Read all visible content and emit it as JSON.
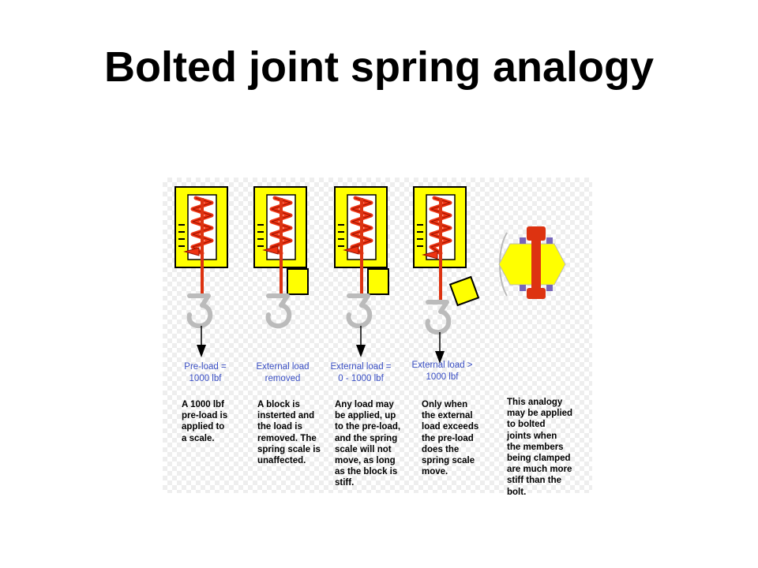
{
  "slide": {
    "title": "Bolted joint spring analogy"
  },
  "panels": [
    {
      "caption": "Pre-load =\n1000 lbf",
      "description": "A 1000 lbf\npre-load is\napplied to\na scale."
    },
    {
      "caption": "External load\nremoved",
      "description": "A block is\ninsterted and\nthe load is\nremoved. The\nspring scale is\nunaffected."
    },
    {
      "caption": "External load =\n0 - 1000 lbf",
      "description": "Any load may\nbe applied, up\nto the pre-load,\nand the spring\nscale will not\nmove, as long\nas the block is\nstiff."
    },
    {
      "caption": "External load >\n1000 lbf",
      "description": "Only when\nthe external\nload exceeds\nthe pre-load\ndoes the spring scale\nmove."
    },
    {
      "caption": "",
      "description": "This analogy\nmay be applied\nto bolted\njoints when\nthe members\nbeing clamped\nare much more\nstiff than the bolt."
    }
  ],
  "colors": {
    "scale_body": "#ffff00",
    "outline": "#000000",
    "spring": "#ee3311",
    "rod": "#dd3311",
    "hook": "#bbbbbb",
    "block": "#ffff00",
    "washer": "#7766bb",
    "caption_text": "#3a4fc4"
  }
}
